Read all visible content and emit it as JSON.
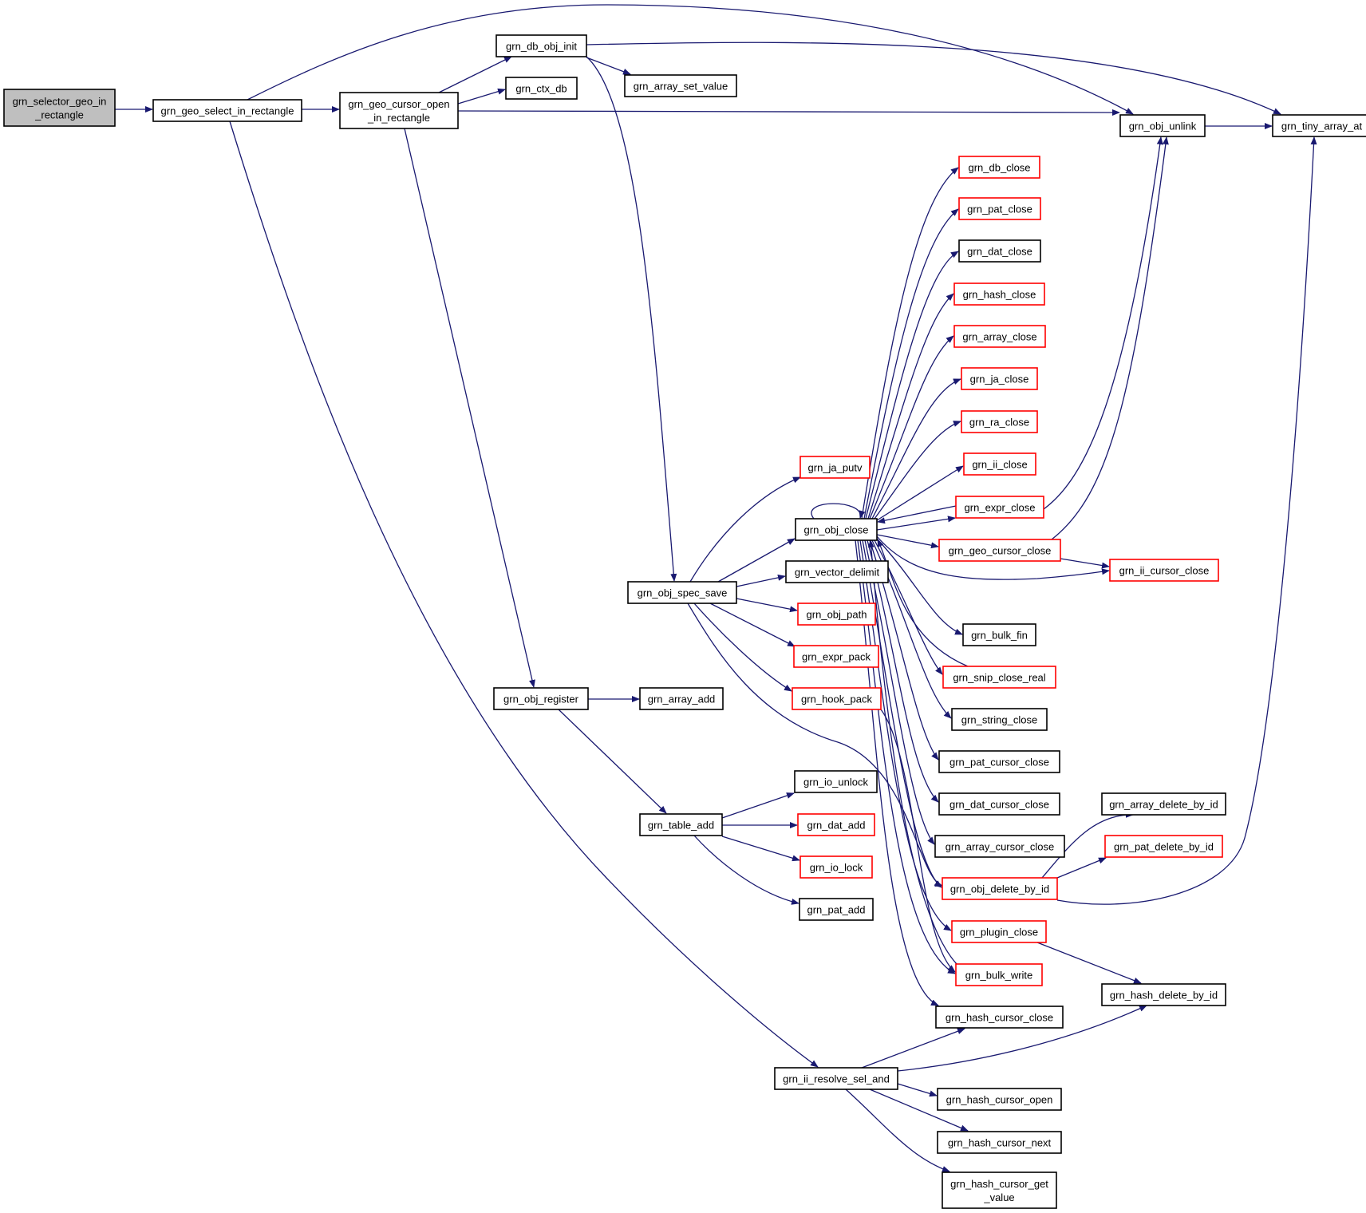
{
  "colors": {
    "edge": "#191970",
    "border_normal": "#000000",
    "border_truncated": "#ff0000",
    "fill_root": "#bfbfbf",
    "fill_normal": "#ffffff"
  },
  "nodes": [
    {
      "id": "n_root",
      "lines": [
        "grn_selector_geo_in",
        "_rectangle"
      ],
      "kind": "root"
    },
    {
      "id": "n_gsir",
      "lines": [
        "grn_geo_select_in_rectangle"
      ],
      "kind": "normal"
    },
    {
      "id": "n_gcor",
      "lines": [
        "grn_geo_cursor_open",
        "_in_rectangle"
      ],
      "kind": "normal"
    },
    {
      "id": "n_dboi",
      "lines": [
        "grn_db_obj_init"
      ],
      "kind": "normal"
    },
    {
      "id": "n_ctxdb",
      "lines": [
        "grn_ctx_db"
      ],
      "kind": "normal"
    },
    {
      "id": "n_asv",
      "lines": [
        "grn_array_set_value"
      ],
      "kind": "normal"
    },
    {
      "id": "n_unlink",
      "lines": [
        "grn_obj_unlink"
      ],
      "kind": "normal"
    },
    {
      "id": "n_tiny",
      "lines": [
        "grn_tiny_array_at"
      ],
      "kind": "normal"
    },
    {
      "id": "n_dbclose",
      "lines": [
        "grn_db_close"
      ],
      "kind": "truncated"
    },
    {
      "id": "n_patclose",
      "lines": [
        "grn_pat_close"
      ],
      "kind": "truncated"
    },
    {
      "id": "n_datclose",
      "lines": [
        "grn_dat_close"
      ],
      "kind": "normal"
    },
    {
      "id": "n_hashclose",
      "lines": [
        "grn_hash_close"
      ],
      "kind": "truncated"
    },
    {
      "id": "n_arrayclose",
      "lines": [
        "grn_array_close"
      ],
      "kind": "truncated"
    },
    {
      "id": "n_jaclose",
      "lines": [
        "grn_ja_close"
      ],
      "kind": "truncated"
    },
    {
      "id": "n_raclose",
      "lines": [
        "grn_ra_close"
      ],
      "kind": "truncated"
    },
    {
      "id": "n_iiclose",
      "lines": [
        "grn_ii_close"
      ],
      "kind": "truncated"
    },
    {
      "id": "n_exprclose",
      "lines": [
        "grn_expr_close"
      ],
      "kind": "truncated"
    },
    {
      "id": "n_japutv",
      "lines": [
        "grn_ja_putv"
      ],
      "kind": "truncated"
    },
    {
      "id": "n_objclose",
      "lines": [
        "grn_obj_close"
      ],
      "kind": "normal"
    },
    {
      "id": "n_geocc",
      "lines": [
        "grn_geo_cursor_close"
      ],
      "kind": "truncated"
    },
    {
      "id": "n_iicc",
      "lines": [
        "grn_ii_cursor_close"
      ],
      "kind": "truncated"
    },
    {
      "id": "n_vecdelim",
      "lines": [
        "grn_vector_delimit"
      ],
      "kind": "normal"
    },
    {
      "id": "n_specsave",
      "lines": [
        "grn_obj_spec_save"
      ],
      "kind": "normal"
    },
    {
      "id": "n_objpath",
      "lines": [
        "grn_obj_path"
      ],
      "kind": "truncated"
    },
    {
      "id": "n_bulkfin",
      "lines": [
        "grn_bulk_fin"
      ],
      "kind": "normal"
    },
    {
      "id": "n_exprpack",
      "lines": [
        "grn_expr_pack"
      ],
      "kind": "truncated"
    },
    {
      "id": "n_snip",
      "lines": [
        "grn_snip_close_real"
      ],
      "kind": "truncated"
    },
    {
      "id": "n_objreg",
      "lines": [
        "grn_obj_register"
      ],
      "kind": "normal"
    },
    {
      "id": "n_arrayadd",
      "lines": [
        "grn_array_add"
      ],
      "kind": "normal"
    },
    {
      "id": "n_hookpack",
      "lines": [
        "grn_hook_pack"
      ],
      "kind": "truncated"
    },
    {
      "id": "n_strclose",
      "lines": [
        "grn_string_close"
      ],
      "kind": "normal"
    },
    {
      "id": "n_patcc",
      "lines": [
        "grn_pat_cursor_close"
      ],
      "kind": "normal"
    },
    {
      "id": "n_iounlock",
      "lines": [
        "grn_io_unlock"
      ],
      "kind": "normal"
    },
    {
      "id": "n_datcc",
      "lines": [
        "grn_dat_cursor_close"
      ],
      "kind": "normal"
    },
    {
      "id": "n_adbi",
      "lines": [
        "grn_array_delete_by_id"
      ],
      "kind": "normal"
    },
    {
      "id": "n_tableadd",
      "lines": [
        "grn_table_add"
      ],
      "kind": "normal"
    },
    {
      "id": "n_datadd",
      "lines": [
        "grn_dat_add"
      ],
      "kind": "truncated"
    },
    {
      "id": "n_arraycc",
      "lines": [
        "grn_array_cursor_close"
      ],
      "kind": "normal"
    },
    {
      "id": "n_pdbi",
      "lines": [
        "grn_pat_delete_by_id"
      ],
      "kind": "truncated"
    },
    {
      "id": "n_iolock",
      "lines": [
        "grn_io_lock"
      ],
      "kind": "truncated"
    },
    {
      "id": "n_odbi",
      "lines": [
        "grn_obj_delete_by_id"
      ],
      "kind": "truncated"
    },
    {
      "id": "n_patadd",
      "lines": [
        "grn_pat_add"
      ],
      "kind": "normal"
    },
    {
      "id": "n_pluginclose",
      "lines": [
        "grn_plugin_close"
      ],
      "kind": "truncated"
    },
    {
      "id": "n_bulkwrite",
      "lines": [
        "grn_bulk_write"
      ],
      "kind": "truncated"
    },
    {
      "id": "n_hdbi",
      "lines": [
        "grn_hash_delete_by_id"
      ],
      "kind": "normal"
    },
    {
      "id": "n_hashcc",
      "lines": [
        "grn_hash_cursor_close"
      ],
      "kind": "normal"
    },
    {
      "id": "n_iirsa",
      "lines": [
        "grn_ii_resolve_sel_and"
      ],
      "kind": "normal"
    },
    {
      "id": "n_hco",
      "lines": [
        "grn_hash_cursor_open"
      ],
      "kind": "normal"
    },
    {
      "id": "n_hcn",
      "lines": [
        "grn_hash_cursor_next"
      ],
      "kind": "normal"
    },
    {
      "id": "n_hcgv",
      "lines": [
        "grn_hash_cursor_get",
        "_value"
      ],
      "kind": "normal"
    }
  ]
}
